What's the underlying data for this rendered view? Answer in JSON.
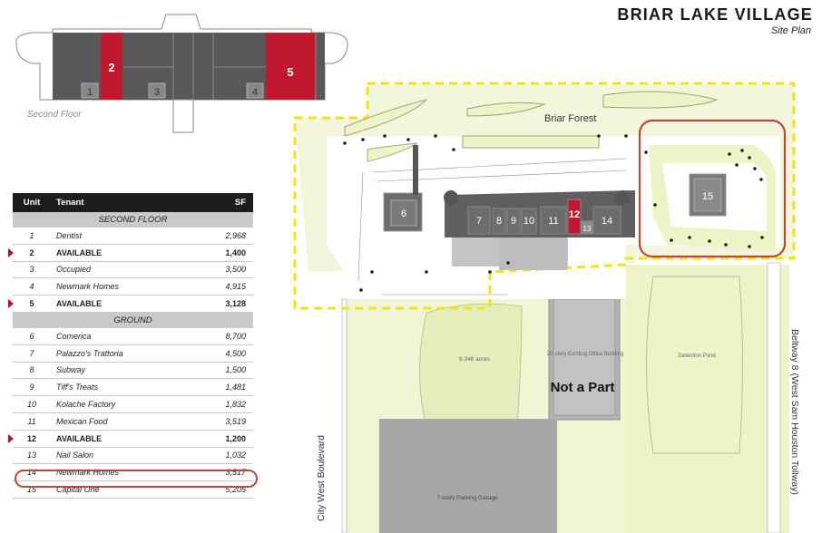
{
  "header": {
    "title": "BRIAR LAKE VILLAGE",
    "subtitle": "Site Plan"
  },
  "floor_plan": {
    "caption": "Second Floor",
    "unit_labels": [
      "1",
      "2",
      "3",
      "4",
      "5"
    ]
  },
  "table": {
    "headers": {
      "unit": "Unit",
      "tenant": "Tenant",
      "sf": "SF"
    },
    "sections": [
      {
        "title": "SECOND FLOOR",
        "rows": [
          {
            "unit": "1",
            "tenant": "Dentist",
            "sf": "2,968",
            "available": false
          },
          {
            "unit": "2",
            "tenant": "AVAILABLE",
            "sf": "1,400",
            "available": true
          },
          {
            "unit": "3",
            "tenant": "Occupied",
            "sf": "3,500",
            "available": false
          },
          {
            "unit": "4",
            "tenant": "Newmark Homes",
            "sf": "4,915",
            "available": false
          },
          {
            "unit": "5",
            "tenant": "AVAILABLE",
            "sf": "3,128",
            "available": true
          }
        ]
      },
      {
        "title": "GROUND",
        "rows": [
          {
            "unit": "6",
            "tenant": "Comerica",
            "sf": "8,700",
            "available": false
          },
          {
            "unit": "7",
            "tenant": "Palazzo's Trattoria",
            "sf": "4,500",
            "available": false
          },
          {
            "unit": "8",
            "tenant": "Subway",
            "sf": "1,500",
            "available": false
          },
          {
            "unit": "9",
            "tenant": "Tiff's Treats",
            "sf": "1,481",
            "available": false
          },
          {
            "unit": "10",
            "tenant": "Kolache Factory",
            "sf": "1,832",
            "available": false
          },
          {
            "unit": "11",
            "tenant": "Mexican Food",
            "sf": "3,519",
            "available": false
          },
          {
            "unit": "12",
            "tenant": "AVAILABLE",
            "sf": "1,200",
            "available": true
          },
          {
            "unit": "13",
            "tenant": "Nail Salon",
            "sf": "1,032",
            "available": false
          },
          {
            "unit": "14",
            "tenant": "Newmark Homes",
            "sf": "3,517",
            "available": false
          },
          {
            "unit": "15",
            "tenant": "Capital One",
            "sf": "5,205",
            "available": false
          }
        ]
      }
    ]
  },
  "map": {
    "street_top": "Briar Forest",
    "street_left": "City West Boulevard",
    "street_right": "Beltway 8 (West Sam Houston Tollway)",
    "lake_acres": "9.348 acres",
    "office_label": "20-story Existing Office Building",
    "not_a_part": "Not a Part",
    "pond_label": "Detention Pond",
    "garage_label": "7-story Parking Garage",
    "building_units": [
      "6",
      "7",
      "8",
      "9",
      "10",
      "11",
      "12",
      "13",
      "14",
      "15"
    ]
  },
  "colors": {
    "available": "#c0182e",
    "building": "#6c6c6c",
    "grass": "#eef3c8",
    "boundary": "#f2e218",
    "highlight": "#b44a3c"
  }
}
